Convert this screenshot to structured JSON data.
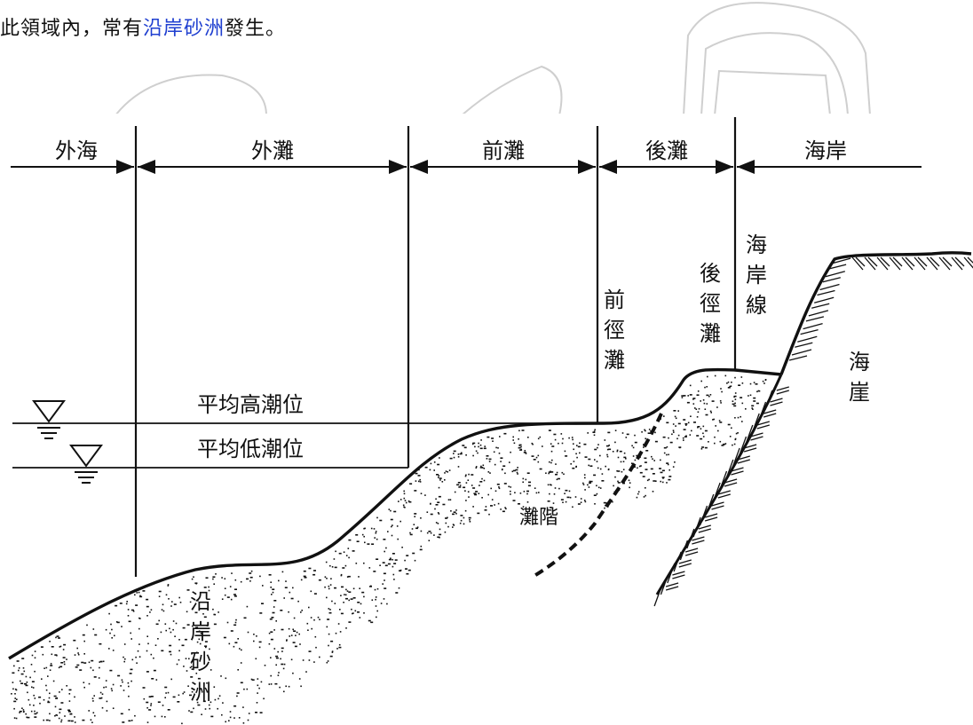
{
  "caption": {
    "prefix": "此領域內，常有",
    "highlight": "沿岸砂洲",
    "suffix": "發生。"
  },
  "zones": [
    "外海",
    "外灘",
    "前灘",
    "後灘",
    "海岸"
  ],
  "vertical_labels": {
    "foreshore_line": "前徑灘",
    "backshore_line": "後徑灘",
    "shoreline": "海岸線",
    "cliff": "海崖",
    "bar": "沿岸砂洲"
  },
  "levels": {
    "high_tide": "平均高潮位",
    "low_tide": "平均低潮位"
  },
  "step_label": "灘階",
  "colors": {
    "line": "#111111",
    "highlight": "#1f3fd0",
    "sketch": "#c9c9c9"
  }
}
